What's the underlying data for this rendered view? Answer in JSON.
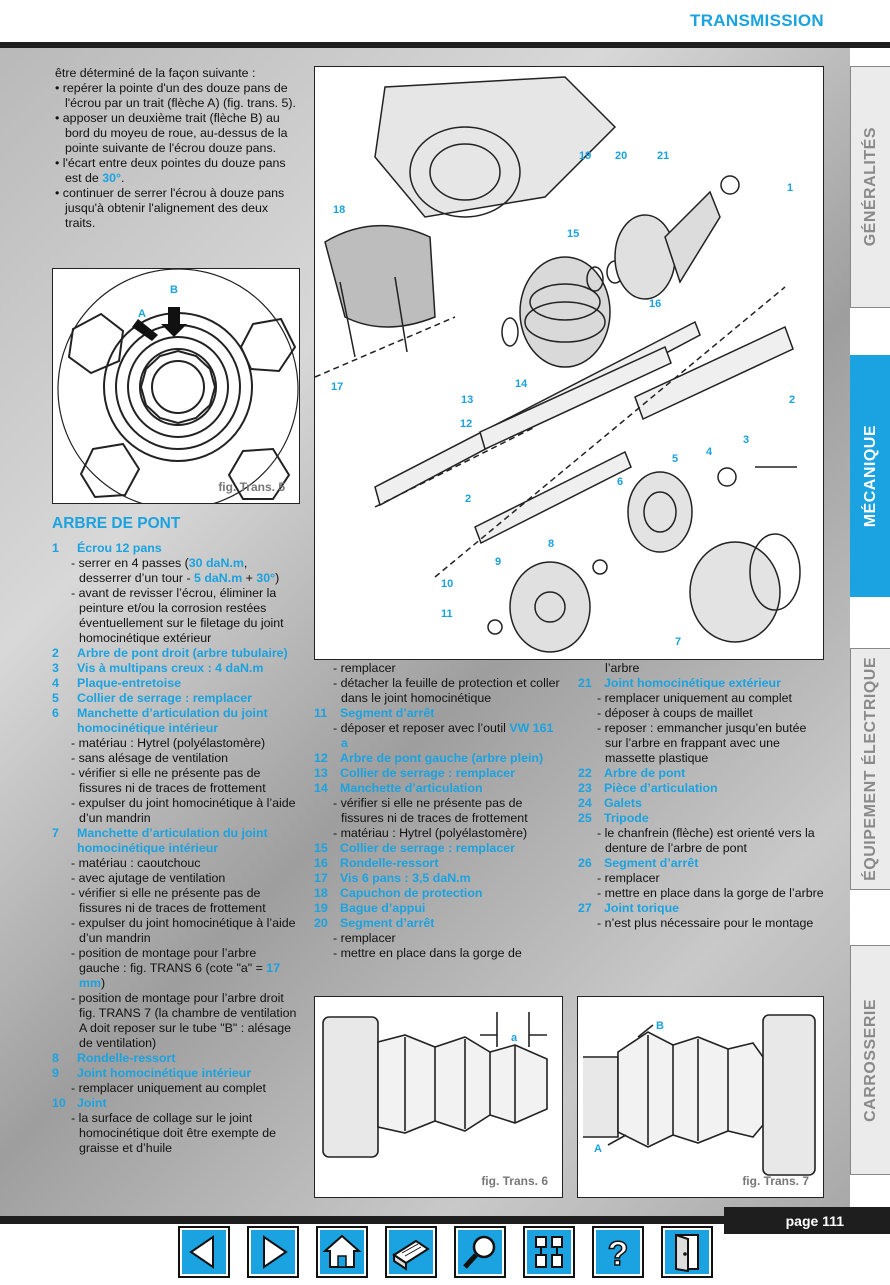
{
  "header": {
    "title": "TRANSMISSION"
  },
  "intro": {
    "lead": "être déterminé de la façon suivante :",
    "bullets": [
      "• repérer la pointe d'un des douze pans de l'écrou par un trait (flèche A) (fig. trans. 5).",
      "• apposer un deuxième trait (flèche B) au bord du moyeu de roue, au-dessus de la pointe suivante de l'écrou douze pans.",
      "• l'écart entre deux pointes du douze pans est de ",
      "• continuer de serrer l'écrou à douze pans jusqu'à obtenir l'alignement des deux traits."
    ],
    "angle": "30°",
    "angle_suffix": "."
  },
  "figures": {
    "trans5": {
      "caption": "fig. Trans. 5",
      "label_a": "A",
      "label_b": "B"
    },
    "trans6": {
      "caption": "fig. Trans. 6",
      "label_a": "a"
    },
    "trans7": {
      "caption": "fig. Trans. 7",
      "label_a": "A",
      "label_b": "B"
    },
    "main": {
      "callouts": [
        "1",
        "2",
        "2",
        "3",
        "4",
        "5",
        "6",
        "7",
        "8",
        "9",
        "10",
        "11",
        "12",
        "13",
        "14",
        "15",
        "16",
        "17",
        "18",
        "19",
        "20",
        "21"
      ]
    }
  },
  "section": {
    "title": "ARBRE DE PONT"
  },
  "col1": [
    {
      "n": "1",
      "t": "Écrou 12 pans"
    },
    {
      "s": "- serrer en 4 passes (",
      "h": "30 daN.m",
      "s2": ", desserrer d’un tour - ",
      "h2": "5 daN.m",
      "s3": " + ",
      "h3": "30°",
      "s4": ")"
    },
    {
      "p": "- avant de revisser l’écrou, éliminer la peinture et/ou la corrosion restées éventuellement sur le filetage du joint homocinétique extérieur"
    },
    {
      "n": "2",
      "t": "Arbre de pont droit (arbre tubulaire)"
    },
    {
      "n": "3",
      "t": "Vis à multipans creux : 4 daN.m"
    },
    {
      "n": "4",
      "t": "Plaque-entretoise"
    },
    {
      "n": "5",
      "t": "Collier de serrage : remplacer"
    },
    {
      "n": "6",
      "t": "Manchette d’articulation du joint homocinétique intérieur"
    },
    {
      "p": "- matériau : Hytrel (polyélastomère)"
    },
    {
      "p": "- sans alésage de ventilation"
    },
    {
      "p": "- vérifier si elle ne présente pas de fissures ni de traces de frottement"
    },
    {
      "p": "- expulser du joint homocinétique à l’aide d’un mandrin"
    },
    {
      "n": "7",
      "t": "Manchette d’articulation du joint homocinétique intérieur"
    },
    {
      "p": "- matériau : caoutchouc"
    },
    {
      "p": "- avec ajutage de ventilation"
    },
    {
      "p": "- vérifier si elle ne présente pas de fissures ni de traces de frottement"
    },
    {
      "p": "- expulser du joint homocinétique à l’aide d’un mandrin"
    },
    {
      "s": "- position de montage pour l’arbre gauche : fig. TRANS 6 (cote \"a\" = ",
      "h": "17 mm",
      "s2": ")"
    },
    {
      "p": "- position de montage pour l’arbre droit fig. TRANS 7 (la chambre de ventilation A doit reposer sur le tube \"B\" : alésage de ventilation)"
    },
    {
      "n": "8",
      "t": "Rondelle-ressort"
    },
    {
      "n": "9",
      "t": "Joint homocinétique intérieur"
    },
    {
      "p": "- remplacer uniquement au complet"
    },
    {
      "n": "10",
      "t": "Joint"
    },
    {
      "p": "- la surface de collage sur le joint homocinétique doit être exempte de graisse et d’huile"
    }
  ],
  "col2": [
    {
      "p": "- remplacer"
    },
    {
      "p": "- détacher la feuille de protection et coller dans le joint homocinétique"
    },
    {
      "n": "11",
      "t": "Segment d’arrêt"
    },
    {
      "s": "- déposer et reposer avec l’outil ",
      "h": "VW 161 a"
    },
    {
      "n": "12",
      "t": "Arbre de pont gauche (arbre plein)"
    },
    {
      "n": "13",
      "t": "Collier de serrage : remplacer"
    },
    {
      "n": "14",
      "t": "Manchette d’articulation"
    },
    {
      "p": "- vérifier si elle ne présente pas de fissures ni de traces de frottement"
    },
    {
      "p": "- matériau : Hytrel (polyélastomère)"
    },
    {
      "n": "15",
      "t": "Collier de serrage : remplacer"
    },
    {
      "n": "16",
      "t": "Rondelle-ressort"
    },
    {
      "n": "17",
      "t": "Vis 6 pans : 3,5 daN.m"
    },
    {
      "n": "18",
      "t": "Capuchon de protection"
    },
    {
      "n": "19",
      "t": "Bague d’appui"
    },
    {
      "n": "20",
      "t": "Segment d’arrêt"
    },
    {
      "p": "- remplacer"
    },
    {
      "p": "- mettre en place dans la gorge de"
    }
  ],
  "col3": [
    {
      "p": "l’arbre"
    },
    {
      "n": "21",
      "t": "Joint homocinétique extérieur"
    },
    {
      "p": "- remplacer uniquement au complet"
    },
    {
      "p": "- déposer à coups de maillet"
    },
    {
      "p": "- reposer : emmancher jusqu’en butée sur l’arbre en frappant avec une massette plastique"
    },
    {
      "n": "22",
      "t": "Arbre de pont"
    },
    {
      "n": "23",
      "t": "Pièce d’articulation"
    },
    {
      "n": "24",
      "t": "Galets"
    },
    {
      "n": "25",
      "t": "Tripode"
    },
    {
      "p": "- le chanfrein (flèche) est orienté vers la denture de l’arbre de pont"
    },
    {
      "n": "26",
      "t": "Segment d’arrêt"
    },
    {
      "p": "- remplacer"
    },
    {
      "p": "- mettre en place dans la gorge de l’arbre"
    },
    {
      "n": "27",
      "t": "Joint torique"
    },
    {
      "p": "- n’est plus nécessaire pour le montage"
    }
  ],
  "tabs": [
    "GÉNÉRALITÉS",
    "MÉCANIQUE",
    "ÉQUIPEMENT ÉLECTRIQUE",
    "CARROSSERIE"
  ],
  "footer": {
    "page": "page 111",
    "nav_icons": [
      "arrow-left-icon",
      "arrow-right-icon",
      "home-icon",
      "print-icon",
      "search-icon",
      "contents-icon",
      "help-icon",
      "exit-icon"
    ]
  },
  "colors": {
    "accent": "#1aa3e0",
    "dark": "#1e1e1e"
  }
}
